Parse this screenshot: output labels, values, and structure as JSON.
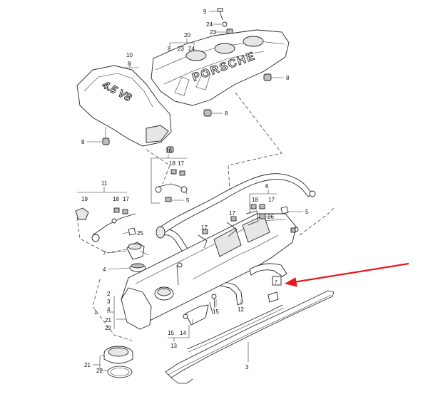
{
  "labels": {
    "n9": "9",
    "n24a": "24",
    "n23a": "23",
    "n20": "20",
    "n20sub8": "8",
    "n20sub23": "23",
    "n20sub24": "24",
    "n10": "10",
    "n10sub": "8",
    "n8a": "8",
    "n8b": "8",
    "n8c": "8",
    "n16": "16",
    "n18a": "18",
    "n17a": "17",
    "n5a": "5",
    "n11": "11",
    "n19": "19",
    "n18b": "18",
    "n17b": "17",
    "n25": "25",
    "n7": "7",
    "n4": "4",
    "n6": "6",
    "n18c": "18",
    "n17c": "17",
    "n5b": "5",
    "n17d": "17",
    "n26": "26",
    "n17e": "17",
    "n1": "1",
    "n2": "2",
    "n3": "3",
    "n4b": "4",
    "n21a": "21",
    "n22a": "22",
    "n12": "12",
    "n15a": "15",
    "n15b": "15",
    "n14": "14",
    "n13": "13",
    "n21b": "21",
    "n22b": "22",
    "n3b": "3",
    "callout": "7"
  },
  "logos": {
    "cover_left": "4.5 V8",
    "cover_right": "PORSCHE"
  },
  "colors": {
    "line": "#222222",
    "arrow": "#e8191e"
  }
}
